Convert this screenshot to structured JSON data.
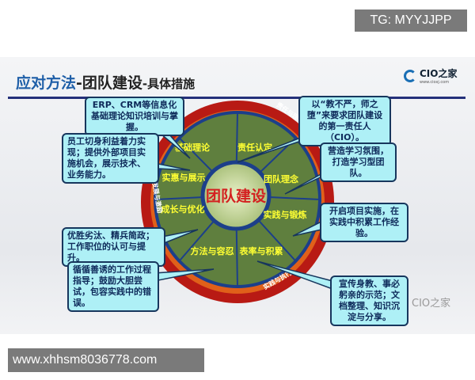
{
  "tag": "TG: MYYJJPP",
  "url": "www.xhhsm8036778.com",
  "slide": {
    "title_a": "应对方法",
    "title_b": "-团队建设",
    "title_c": "-具体措施",
    "logo": "CIO之家",
    "logo_url": "www.cioxj.com",
    "watermark": "CIO之家"
  },
  "wheel": {
    "center": "团队建设",
    "ring": [
      "责任与理论",
      "发展与激励",
      "实践与执行"
    ],
    "segments": [
      "基础理论",
      "责任认定",
      "团队理念",
      "实践与锻炼",
      "表率与积累",
      "方法与容忍",
      "成长与优化",
      "实惠与展示"
    ]
  },
  "callouts": [
    "ERP、CRM等信息化基础理论知识培训与掌握。",
    "以“教不严，师之堕”来要求团队建设的第一责任人（CIO）。",
    "员工切身利益着力实现；提供外部项目实施机会，展示技术、业务能力。",
    "营造学习氛围，打造学习型团队。",
    "开启项目实施，在实践中积累工作经验。",
    "优胜劣汰、精兵简政；工作职位的认可与提升。",
    "循循善诱的工作过程指导；鼓励大胆尝试，包容实践中的错误。",
    "宣传身教、事必躬亲的示范；文档整理、知识沉淀与分享。"
  ],
  "colors": {
    "ring": "#c8201a",
    "wheel": "#5f7f3e",
    "rim": "#1c3f8a",
    "center_text": "#d42020",
    "segment_text": "#ffff33",
    "callout_bg": "#aef0f6"
  }
}
